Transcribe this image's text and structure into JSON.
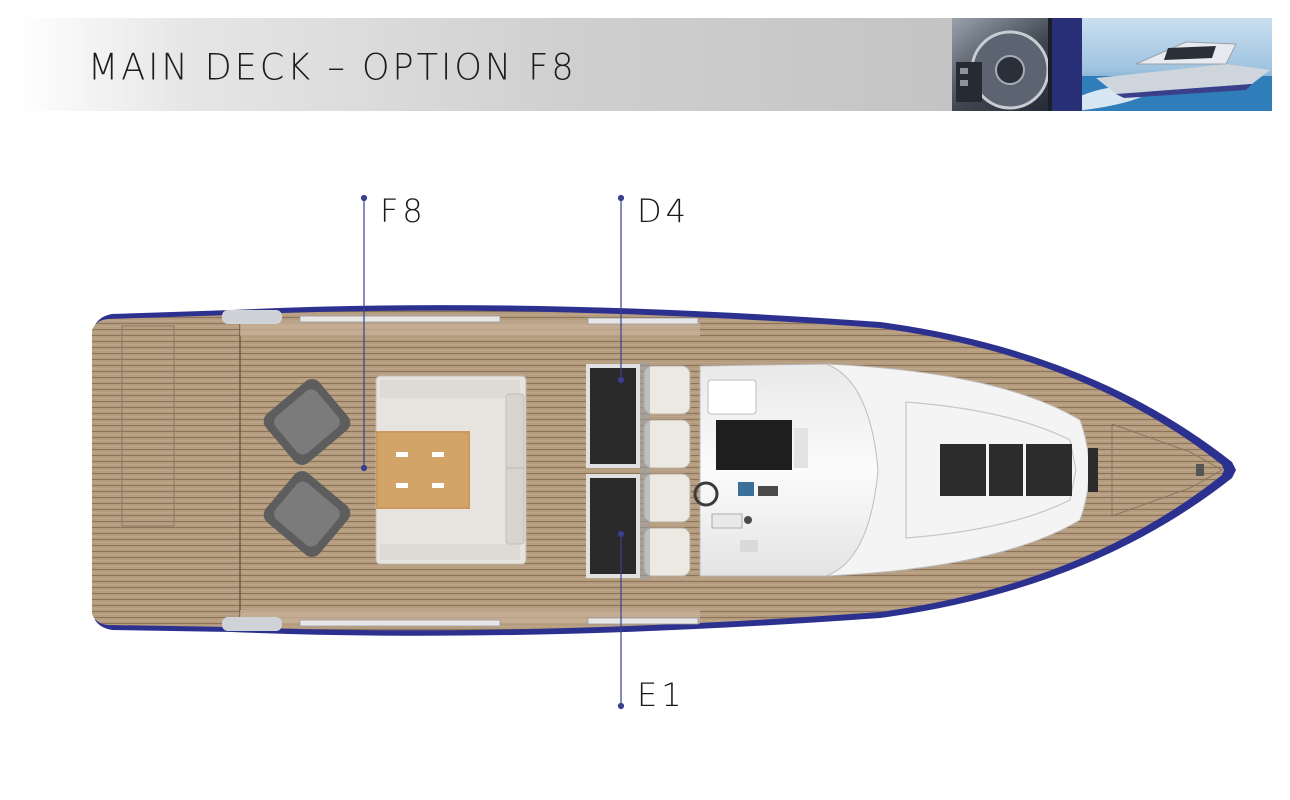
{
  "header": {
    "title": "MAIN DECK – OPTION F8"
  },
  "callouts": [
    {
      "id": "f8",
      "label": "F8"
    },
    {
      "id": "d4",
      "label": "D4"
    },
    {
      "id": "e1",
      "label": "E1"
    }
  ],
  "colors": {
    "hull_accent": "#2a2f8f",
    "teak": "#b59d80",
    "superstructure": "#f2f2f2",
    "callout_line": "#3a3f8f"
  }
}
